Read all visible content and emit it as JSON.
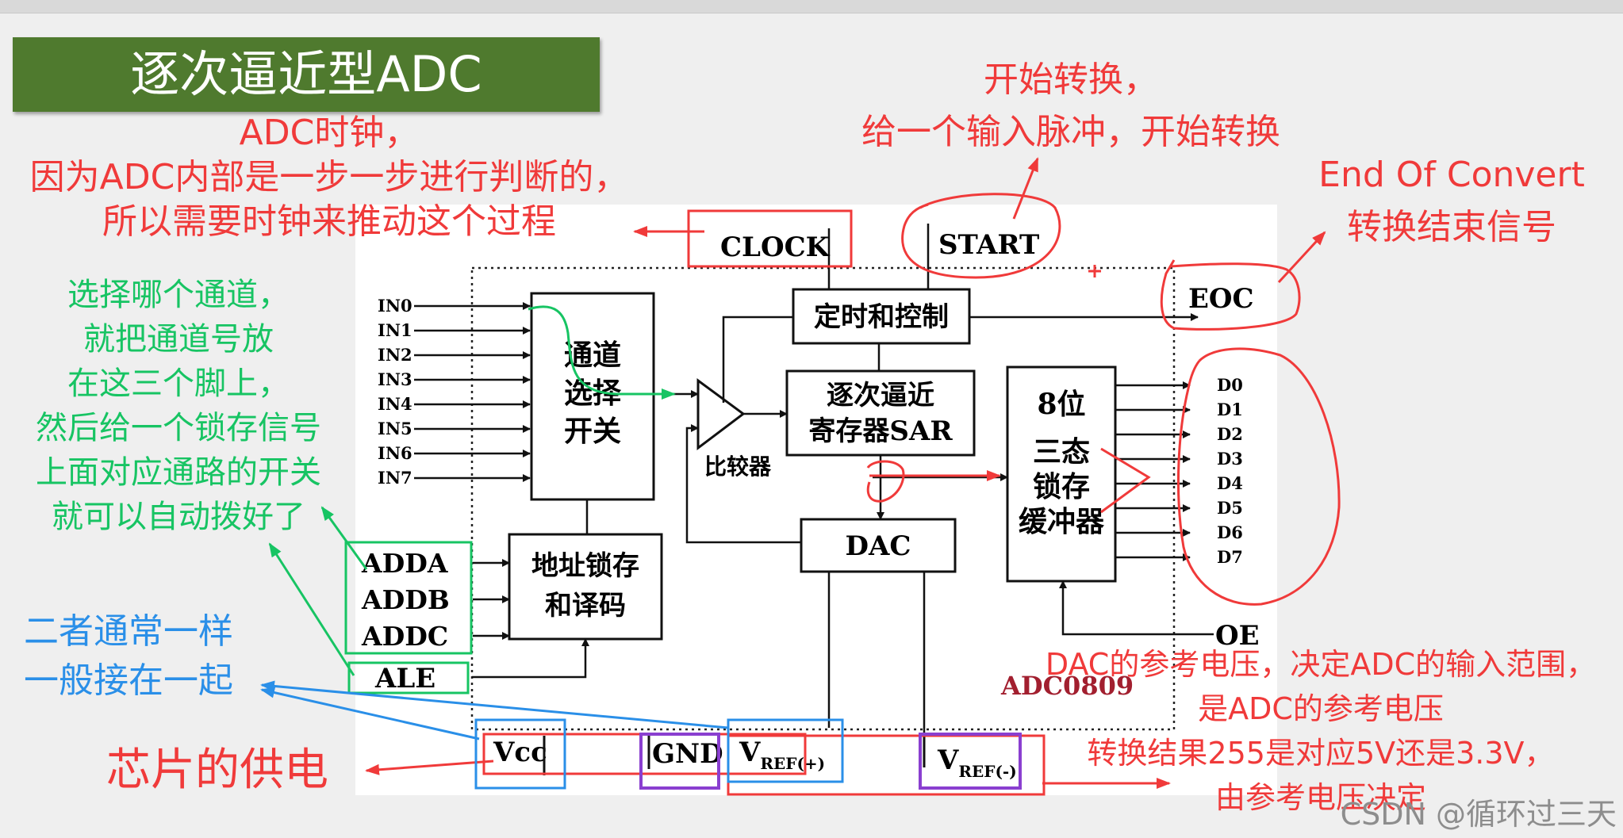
{
  "title": "逐次逼近型ADC",
  "chip": {
    "inputs": [
      "IN0",
      "IN1",
      "IN2",
      "IN3",
      "IN4",
      "IN5",
      "IN6",
      "IN7"
    ],
    "outputs": [
      "D0",
      "D1",
      "D2",
      "D3",
      "D4",
      "D5",
      "D6",
      "D7"
    ],
    "clock_label": "CLOCK",
    "start_label": "START",
    "eoc_label": "EOC",
    "oe_label": "OE",
    "addr_pins": [
      "ADDA",
      "ADDB",
      "ADDC"
    ],
    "ale_label": "ALE",
    "vcc_label": "Vcc",
    "gnd_label": "GND",
    "vref_plus": {
      "main": "V",
      "sub": "REF(+)"
    },
    "vref_minus": {
      "main": "V",
      "sub": "REF(-)"
    },
    "mux_lines": [
      "通道",
      "选择",
      "开关"
    ],
    "timing_label": "定时和控制",
    "sar_lines": [
      "逐次逼近",
      "寄存器SAR"
    ],
    "comparator_label": "比较器",
    "dac_label": "DAC",
    "buffer_lines": [
      "8位",
      "三态",
      "锁存",
      "缓冲器"
    ],
    "latch_lines": [
      "地址锁存",
      "和译码"
    ],
    "chip_name": "ADC0809"
  },
  "annotations": {
    "clock_note": [
      "ADC时钟，",
      "因为ADC内部是一步一步进行判断的，",
      "所以需要时钟来推动这个过程"
    ],
    "start_note": [
      "开始转换，",
      "给一个输入脉冲，开始转换"
    ],
    "eoc_note": [
      "End Of Convert",
      "转换结束信号"
    ],
    "channel_note": [
      "选择哪个通道，",
      "就把通道号放",
      "在这三个脚上，",
      "然后给一个锁存信号",
      "上面对应通路的开关",
      "就可以自动拨好了"
    ],
    "same_note": [
      "二者通常一样",
      "一般接在一起"
    ],
    "power_note": "芯片的供电",
    "vref_note": [
      "DAC的参考电压，决定ADC的输入范围，",
      "是ADC的参考电压",
      "转换结果255是对应5V还是3.3V，",
      "由参考电压决定"
    ]
  },
  "colors": {
    "title_bg": "#4f7a2e",
    "red": "#f03a3a",
    "green": "#17c463",
    "blue": "#2a8fe8",
    "purple": "#8a3fd0"
  },
  "watermark": "CSDN @循环过三天"
}
